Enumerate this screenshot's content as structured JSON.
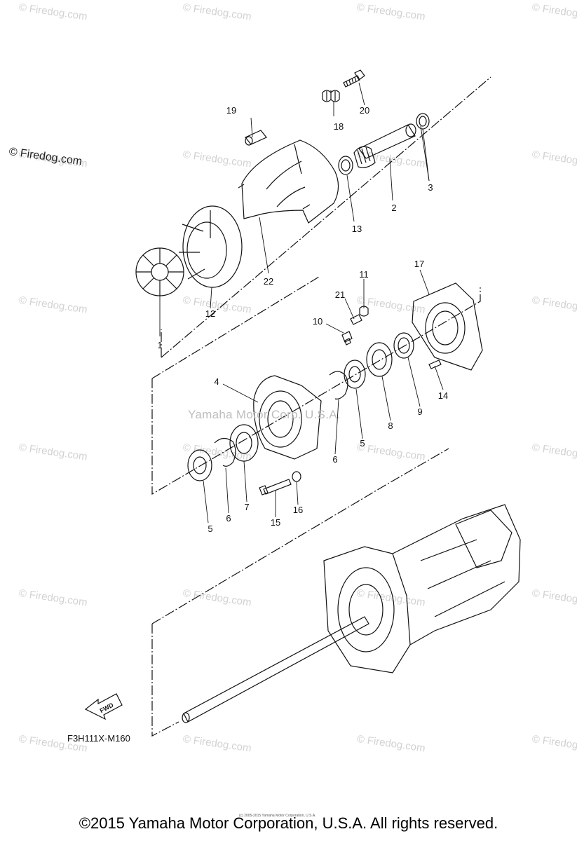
{
  "watermark": "© Firedog.com",
  "side_watermark": "© Firedog.com",
  "ghost_text": "Yamaha Motor Corp. U.S.A.",
  "diagram_code": "F3H111X-M160",
  "fwd_label": "FWD",
  "copyright": "©2015 Yamaha Motor Corporation, U.S.A. All rights reserved.",
  "tiny_copyright": "(c) 2005-2015 Yamaha Motor Corporation, U.S.A.",
  "part_labels": [
    "1",
    "2",
    "3",
    "4",
    "5",
    "5",
    "6",
    "6",
    "7",
    "8",
    "9",
    "10",
    "11",
    "12",
    "13",
    "14",
    "15",
    "16",
    "17",
    "18",
    "19",
    "20",
    "21",
    "22"
  ]
}
